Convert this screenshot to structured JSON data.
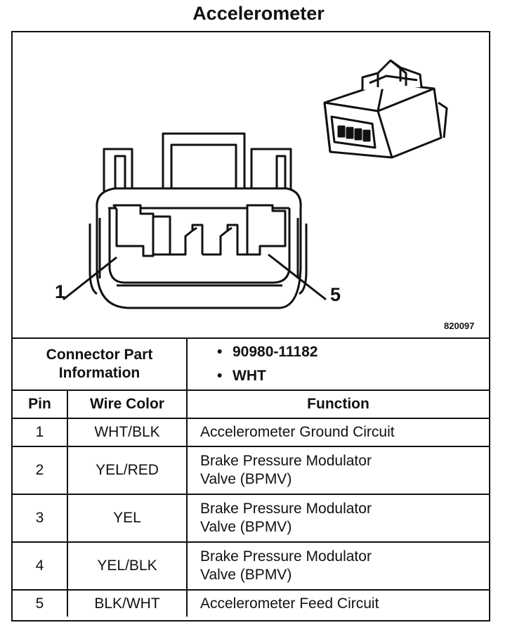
{
  "title": "Accelerometer",
  "figure_number": "820097",
  "pin_labels": {
    "left": "1",
    "right": "5"
  },
  "connector_info": {
    "label_line1": "Connector Part",
    "label_line2": "Information",
    "bullets": [
      "90980-11182",
      "WHT"
    ]
  },
  "table": {
    "headers": {
      "pin": "Pin",
      "wire_color": "Wire Color",
      "function": "Function"
    },
    "rows": [
      {
        "pin": "1",
        "wire_color": "WHT/BLK",
        "function_line1": "Accelerometer Ground Circuit",
        "function_line2": ""
      },
      {
        "pin": "2",
        "wire_color": "YEL/RED",
        "function_line1": "Brake Pressure Modulator",
        "function_line2": "Valve (BPMV)"
      },
      {
        "pin": "3",
        "wire_color": "YEL",
        "function_line1": "Brake Pressure Modulator",
        "function_line2": "Valve (BPMV)"
      },
      {
        "pin": "4",
        "wire_color": "YEL/BLK",
        "function_line1": "Brake Pressure Modulator",
        "function_line2": "Valve (BPMV)"
      },
      {
        "pin": "5",
        "wire_color": "BLK/WHT",
        "function_line1": "Accelerometer Feed Circuit",
        "function_line2": ""
      }
    ]
  }
}
